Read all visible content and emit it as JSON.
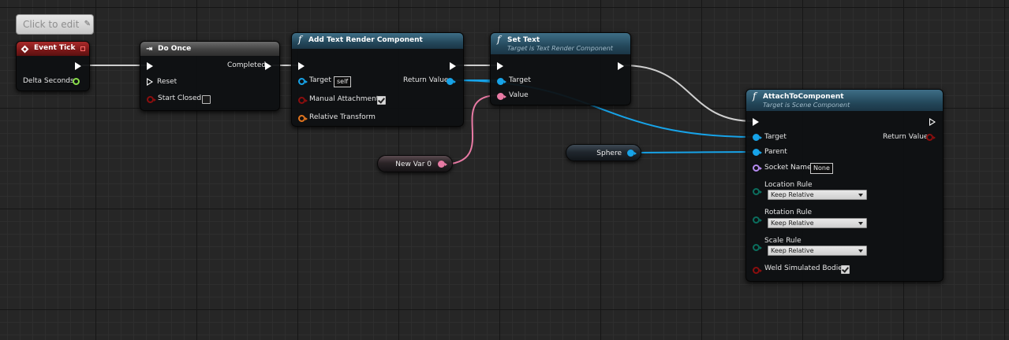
{
  "comment_bubble": {
    "text": "Click to edit"
  },
  "event_tick": {
    "title": "Event Tick",
    "delta_label": "Delta Seconds"
  },
  "do_once": {
    "title": "Do Once",
    "completed_label": "Completed",
    "reset_label": "Reset",
    "start_closed_label": "Start Closed"
  },
  "add_text_render": {
    "title": "Add Text Render Component",
    "target_label": "Target",
    "target_value": "self",
    "return_label": "Return Value",
    "manual_label": "Manual Attachment",
    "relative_label": "Relative Transform"
  },
  "set_text": {
    "title": "Set Text",
    "subtitle": "Target is Text Render Component",
    "target_label": "Target",
    "value_label": "Value"
  },
  "attach": {
    "title": "AttachToComponent",
    "subtitle": "Target is Scene Component",
    "target_label": "Target",
    "return_label": "Return Value",
    "parent_label": "Parent",
    "socket_label": "Socket Name",
    "socket_value": "None",
    "location_label": "Location Rule",
    "location_value": "Keep Relative",
    "rotation_label": "Rotation Rule",
    "rotation_value": "Keep Relative",
    "scale_label": "Scale Rule",
    "scale_value": "Keep Relative",
    "weld_label": "Weld Simulated Bodies"
  },
  "var_newvar": {
    "label": "New Var 0"
  },
  "var_sphere": {
    "label": "Sphere"
  },
  "colors": {
    "exec": "#ffffff",
    "object": "#17a3e8",
    "text": "#e87aa4",
    "bool": "#8b0e0e",
    "float": "#8ae04b",
    "struct": "#e0741e",
    "name": "#b58bf0",
    "enum": "#0b6e5e",
    "header_function": "#24485b",
    "header_macro": "#3f3f3f",
    "header_event": "#7a1818"
  }
}
